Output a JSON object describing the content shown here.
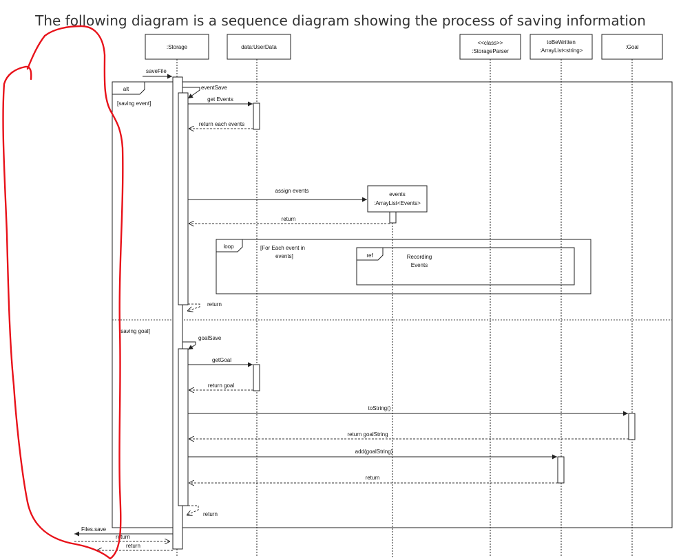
{
  "heading": "The following diagram is a sequence diagram showing the process of saving information",
  "participants": {
    "storage": ":Storage",
    "userdata": "data:UserData",
    "parser_stereo": "<<class>>",
    "parser_name": ":StorageParser",
    "tobewritten_name": "toBeWritten",
    "tobewritten_type": ":ArrayList<string>",
    "goal": ":Goal",
    "events_line1": "events",
    "events_line2": ":ArrayList<Events>"
  },
  "fragments": {
    "alt": "alt",
    "guard_event": "[saving event]",
    "guard_goal": "[saving goal]",
    "loop": "loop",
    "loop_guard_1": "[For Each event in",
    "loop_guard_2": "events]",
    "ref": "ref",
    "ref_text_1": "Recording",
    "ref_text_2": "Events"
  },
  "messages": {
    "saveFile": "saveFile",
    "eventSave": "eventSave",
    "getEvents": "get Events",
    "returnEachEvents": "return each events",
    "assignEvents": "assign events",
    "return1": "return",
    "return2": "return",
    "goalSave": "goalSave",
    "getGoal": "getGoal",
    "returnGoal": "return goal",
    "toString": "toString()",
    "returnGoalString": "return goalString",
    "addGoalString": "add(goalString)",
    "return3": "return",
    "return4": "return",
    "filesSave": "Files.save",
    "return5": "return",
    "return6": "return"
  },
  "colors": {
    "annotation": "#e8121a"
  }
}
